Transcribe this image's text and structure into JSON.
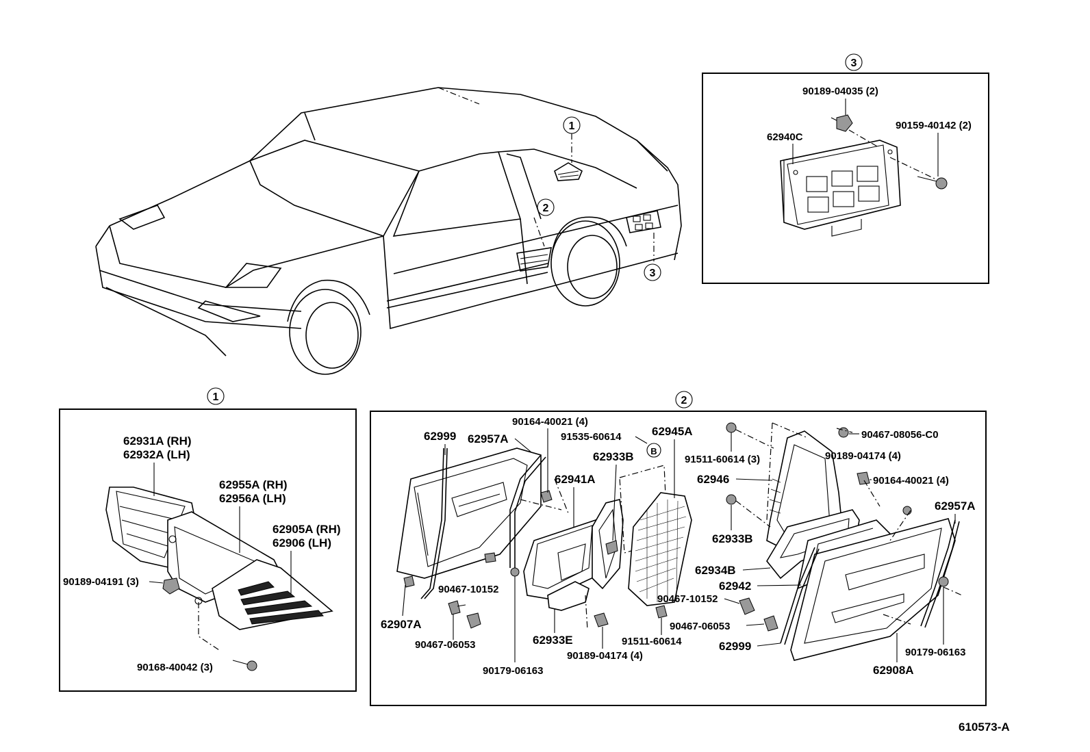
{
  "callouts": {
    "c1": "1",
    "c2": "2",
    "c3": "3",
    "cB": "B"
  },
  "group1": {
    "p62931A": "62931A (RH)",
    "p62932A": "62932A (LH)",
    "p62955A": "62955A (RH)",
    "p62956A": "62956A (LH)",
    "p62905A": "62905A (RH)",
    "p62906": "62906      (LH)",
    "p90189_04191": "90189-04191 (3)",
    "p90168_40042": "90168-40042 (3)"
  },
  "group2": {
    "p62999_l": "62999",
    "p62957A_l": "62957A",
    "p90164_40021_l": "90164-40021 (4)",
    "p91535_60614": "91535-60614",
    "p62945A": "62945A",
    "p62933B_l": "62933B",
    "p62941A": "62941A",
    "p90467_10152_l": "90467-10152",
    "p62907A": "62907A",
    "p90467_06053_l": "90467-06053",
    "p62933E": "62933E",
    "p90179_06163_l": "90179-06163",
    "p90189_04174_l": "90189-04174 (4)",
    "p91511_60614_l": "91511-60614",
    "p91511_60614_r": "91511-60614 (3)",
    "p90467_08056": "90467-08056-C0",
    "p90189_04174_r": "90189-04174 (4)",
    "p62946": "62946",
    "p90164_40021_r": "90164-40021 (4)",
    "p62933B_r": "62933B",
    "p62957A_r": "62957A",
    "p62934B": "62934B",
    "p62942": "62942",
    "p90467_10152_r": "90467-10152",
    "p90467_06053_r": "90467-06053",
    "p62999_r": "62999",
    "p62908A": "62908A",
    "p90179_06163_r": "90179-06163"
  },
  "group3": {
    "p90189_04035": "90189-04035 (2)",
    "p90159_40142": "90159-40142 (2)",
    "p62940C": "62940C"
  },
  "figure_code": "610573-A"
}
